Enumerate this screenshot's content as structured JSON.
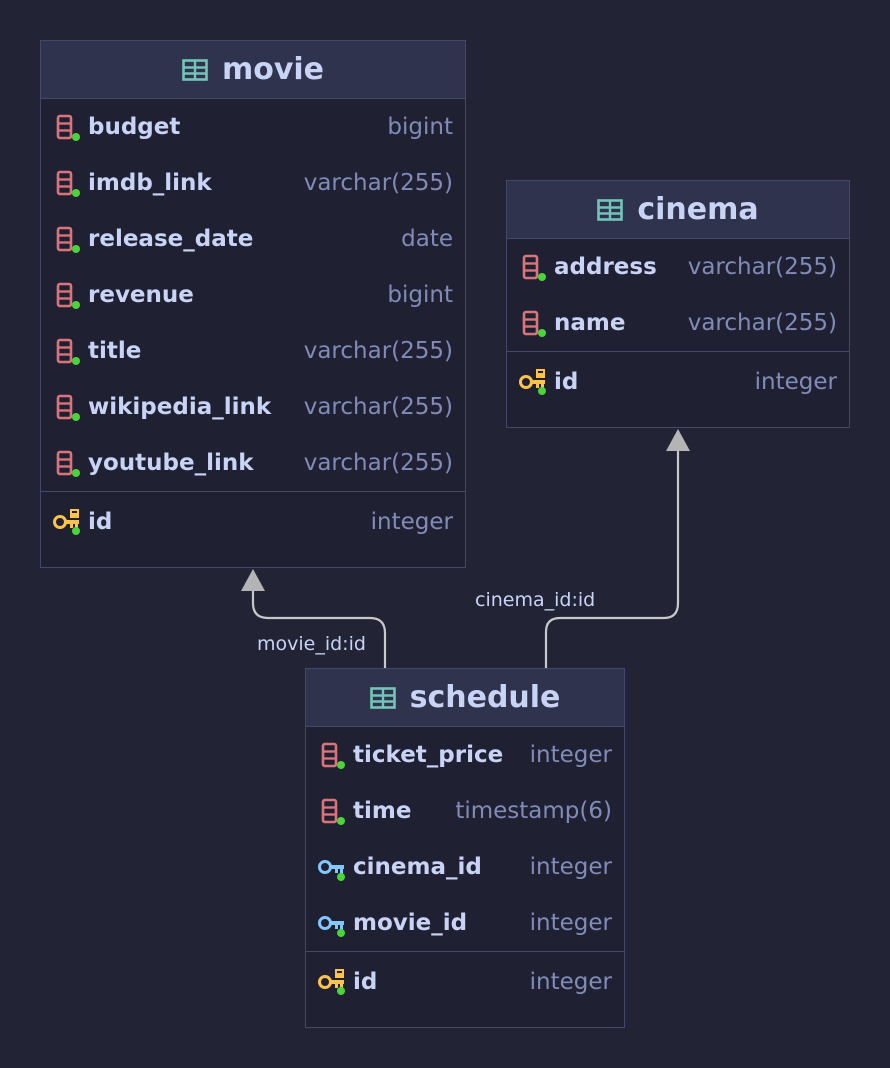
{
  "colors": {
    "background": "#222436",
    "header": "#2f334d",
    "column_icon": "#d9747a",
    "primary_key_icon": "#ffc24b",
    "foreign_key_icon": "#82c8ff",
    "not_null_dot": "#4ad43a",
    "table_icon": "#73c5b8"
  },
  "tables": {
    "movie": {
      "name": "movie",
      "columns": [
        {
          "name": "budget",
          "type": "bigint",
          "icon": "column-icon"
        },
        {
          "name": "imdb_link",
          "type": "varchar(255)",
          "icon": "column-icon"
        },
        {
          "name": "release_date",
          "type": "date",
          "icon": "column-icon"
        },
        {
          "name": "revenue",
          "type": "bigint",
          "icon": "column-icon"
        },
        {
          "name": "title",
          "type": "varchar(255)",
          "icon": "column-icon"
        },
        {
          "name": "wikipedia_link",
          "type": "varchar(255)",
          "icon": "column-icon"
        },
        {
          "name": "youtube_link",
          "type": "varchar(255)",
          "icon": "column-icon"
        }
      ],
      "primary_key": {
        "name": "id",
        "type": "integer",
        "icon": "primary-key-icon"
      }
    },
    "cinema": {
      "name": "cinema",
      "columns": [
        {
          "name": "address",
          "type": "varchar(255)",
          "icon": "column-icon"
        },
        {
          "name": "name",
          "type": "varchar(255)",
          "icon": "column-icon"
        }
      ],
      "primary_key": {
        "name": "id",
        "type": "integer",
        "icon": "primary-key-icon"
      }
    },
    "schedule": {
      "name": "schedule",
      "columns": [
        {
          "name": "ticket_price",
          "type": "integer",
          "icon": "column-icon"
        },
        {
          "name": "time",
          "type": "timestamp(6)",
          "icon": "column-icon"
        },
        {
          "name": "cinema_id",
          "type": "integer",
          "icon": "foreign-key-icon"
        },
        {
          "name": "movie_id",
          "type": "integer",
          "icon": "foreign-key-icon"
        }
      ],
      "primary_key": {
        "name": "id",
        "type": "integer",
        "icon": "primary-key-icon"
      }
    }
  },
  "relationships": [
    {
      "from": "schedule",
      "to": "movie",
      "label": "movie_id:id"
    },
    {
      "from": "schedule",
      "to": "cinema",
      "label": "cinema_id:id"
    }
  ]
}
